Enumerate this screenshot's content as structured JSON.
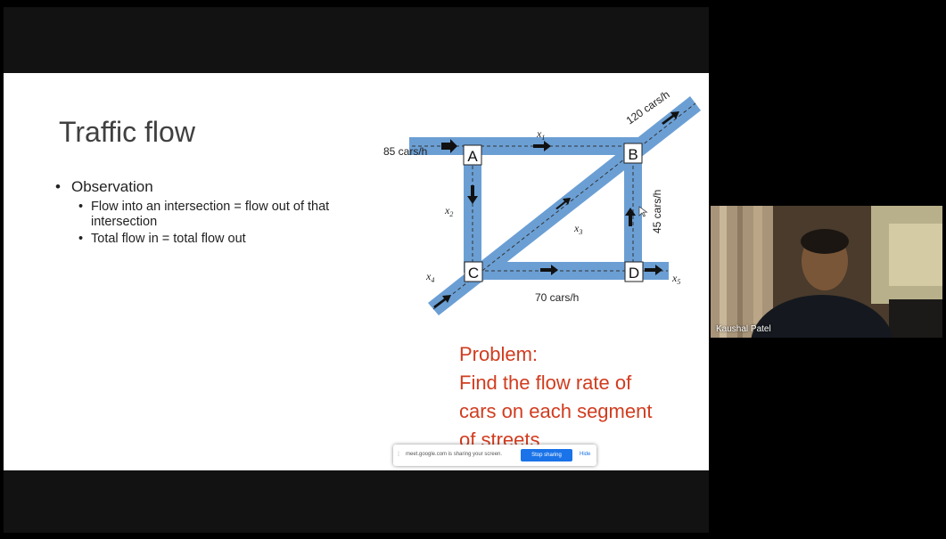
{
  "slide": {
    "title": "Traffic flow",
    "bullet_main": "Observation",
    "sub_bullets": [
      "Flow into an intersection = flow out of that intersection",
      "Total flow in = total flow out"
    ],
    "problem_lines": [
      "Problem:",
      "Find the flow rate of",
      "cars on each segment",
      "of streets"
    ]
  },
  "diagram": {
    "nodes": [
      "A",
      "B",
      "C",
      "D"
    ],
    "labels": {
      "in_a": "85 cars/h",
      "in_b": "120 cars/h",
      "bd": "45 cars/h",
      "cd": "70 cars/h",
      "x1": "x",
      "x1_sub": "1",
      "x2": "x",
      "x2_sub": "2",
      "x3": "x",
      "x3_sub": "3",
      "x4": "x",
      "x4_sub": "4",
      "x5": "x",
      "x5_sub": "5"
    },
    "colors": {
      "road": "#6b9fd4",
      "arrow": "#111111"
    }
  },
  "share_bar": {
    "message": "meet.google.com is sharing your screen.",
    "stop_label": "Stop sharing",
    "hide_label": "Hide"
  },
  "participant": {
    "name": "Kaushal Patel"
  }
}
